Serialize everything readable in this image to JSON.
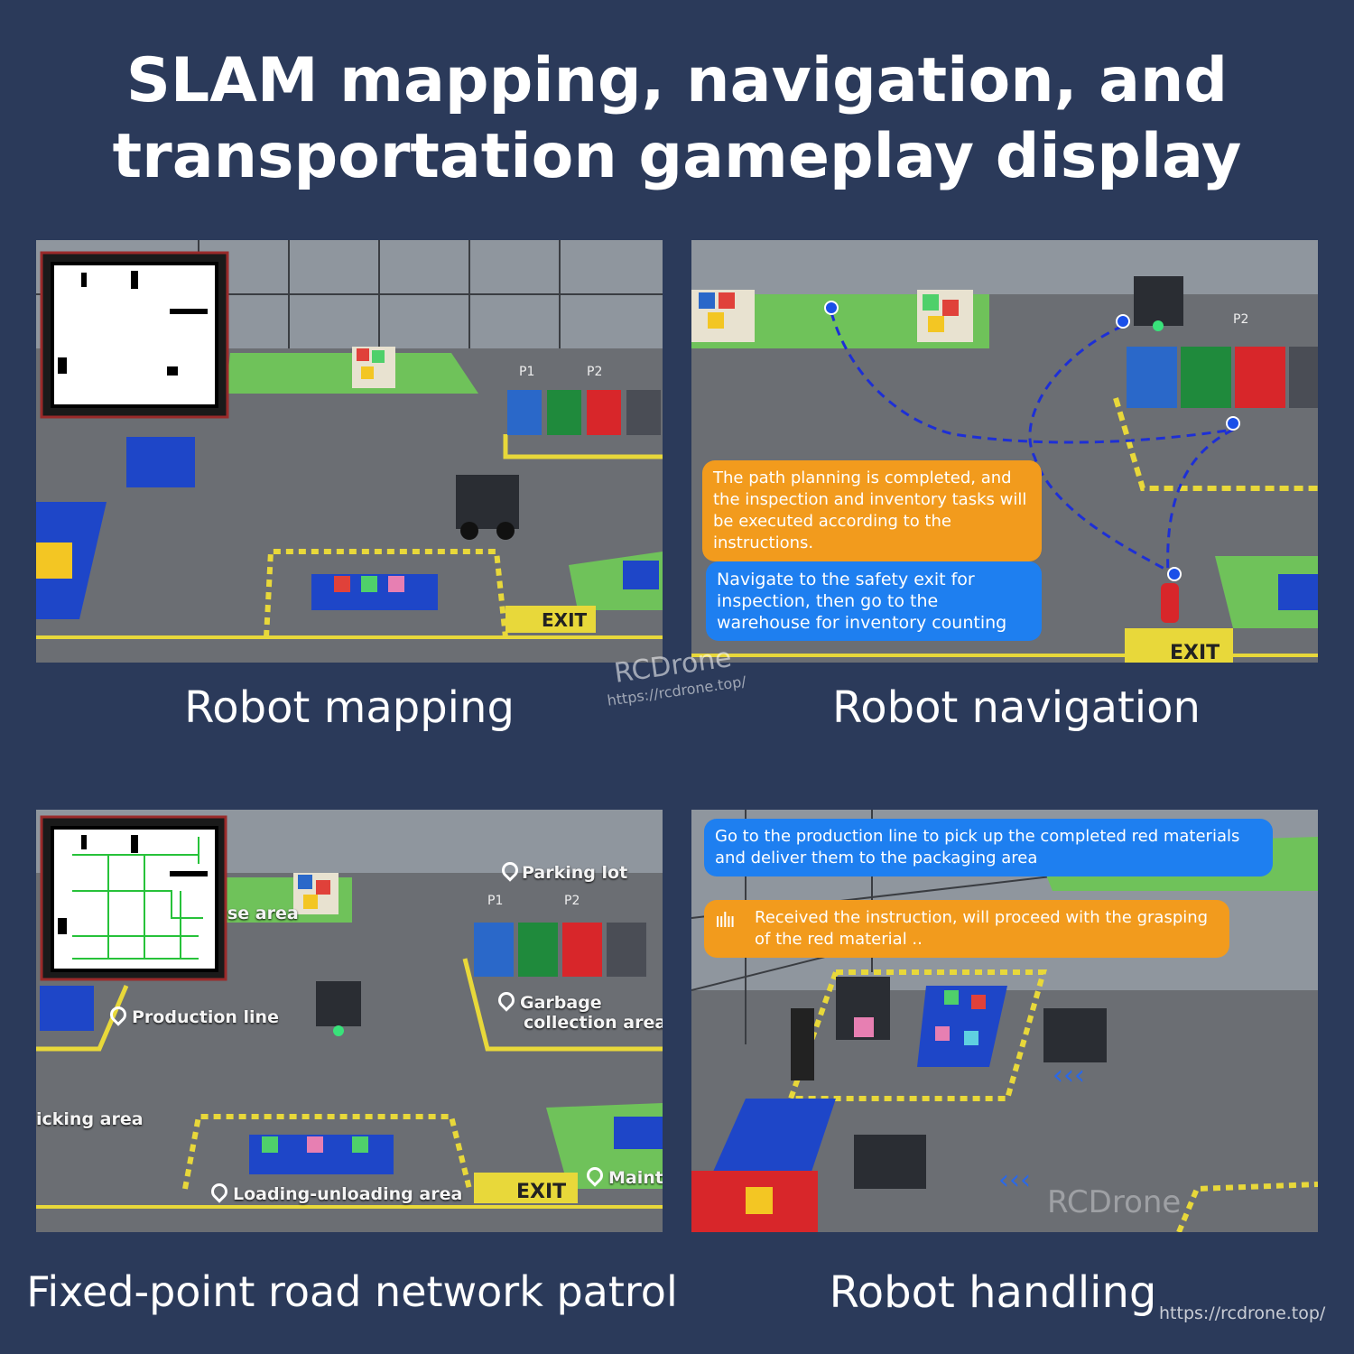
{
  "title_line1": "SLAM mapping, navigation, and",
  "title_line2": "transportation gameplay display",
  "panels": {
    "mapping": {
      "caption": "Robot mapping",
      "exit_sign": "EXIT",
      "p1": "P1",
      "p2": "P2"
    },
    "navigation": {
      "caption": "Robot navigation",
      "orange_msg": "The path planning is completed, and the inspection and inventory tasks will be executed according to the instructions.",
      "blue_msg": "Navigate to the safety exit for inspection, then go to the warehouse for inventory counting",
      "exit_sign": "EXIT",
      "p2": "P2"
    },
    "patrol": {
      "caption": "Fixed-point road network patrol",
      "labels": {
        "parking": "Parking lot",
        "warehouse": "se area",
        "production": "Production line",
        "garbage_1": "Garbage",
        "garbage_2": "collection area",
        "picking": "icking area",
        "loading": "Loading-unloading area",
        "maint": "Maint"
      },
      "exit_sign": "EXIT",
      "p1": "P1",
      "p2": "P2"
    },
    "handling": {
      "caption": "Robot handling",
      "blue_msg": "Go to the production line to pick up the completed red materials and deliver them to the packaging area",
      "orange_msg": "Received the instruction, will proceed with the grasping of the red material .."
    }
  },
  "watermark_brand": "RCDrone",
  "watermark_url": "https://rcdrone.top/",
  "footer_url": "https://rcdrone.top/",
  "colors": {
    "background": "#2b3a5a",
    "orange": "#f29b1d",
    "blue": "#1e7ff0",
    "floor": "#6b6e73",
    "green_zone": "#6fc25a",
    "yellow_line": "#e8d83a"
  }
}
